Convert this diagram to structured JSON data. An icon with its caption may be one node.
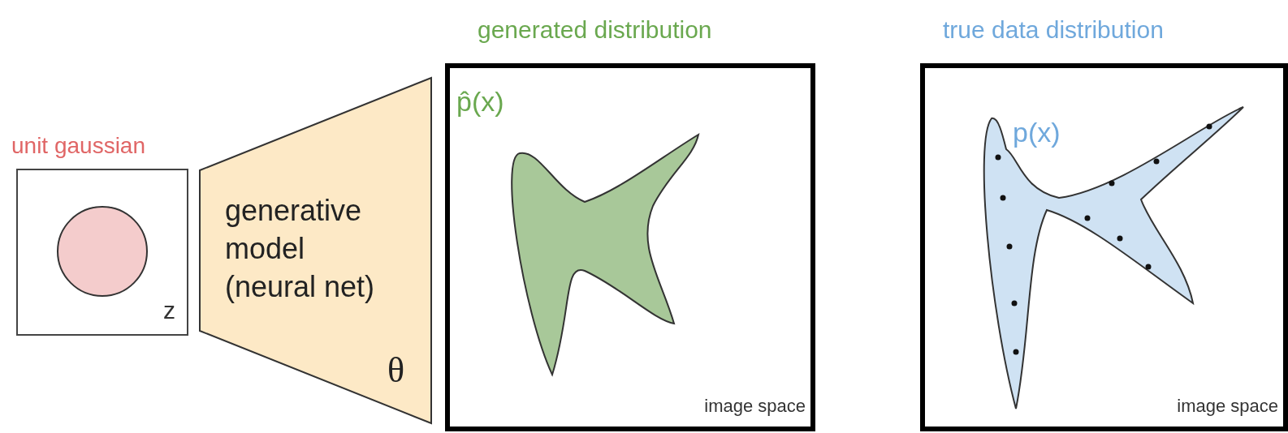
{
  "diagram": {
    "nodes": [
      {
        "text": [
          "unit gaussian",
          "z"
        ]
      },
      {
        "text": [],
        "shape": "circle",
        "in": 0
      },
      {
        "text": [
          "generative model (neural net)",
          "θ"
        ]
      },
      {
        "text": [
          "generated distribution",
          "p̂(x)",
          "image space"
        ]
      },
      {
        "text": [
          "true data distribution",
          "p(x)",
          "image space"
        ]
      }
    ]
  }
}
